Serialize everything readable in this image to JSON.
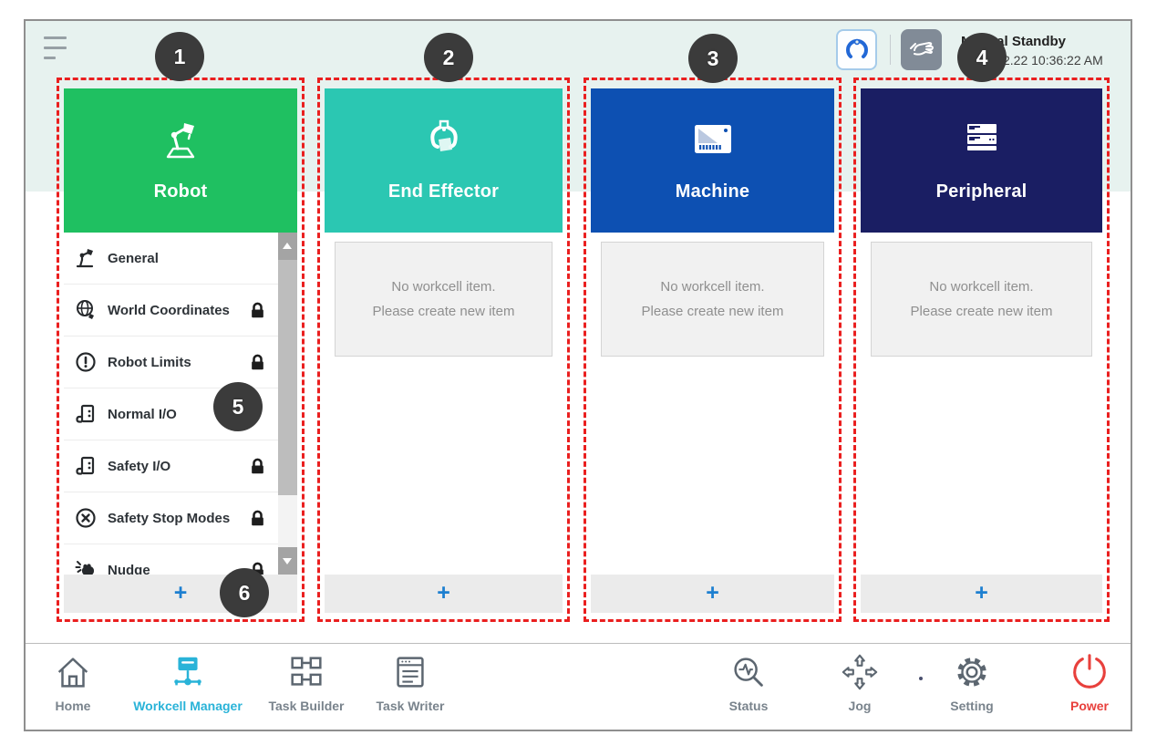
{
  "header": {
    "hamburger_icon": "hamburger-menu-icon",
    "robot_state_button_icon": "robot-state-icon",
    "manual_mode_button_icon": "manual-hand-icon",
    "status_title": "Manual Standby",
    "status_time": "2.22 10:36:22 AM"
  },
  "annotations": {
    "badges": [
      "1",
      "2",
      "3",
      "4",
      "5",
      "6"
    ]
  },
  "workcell": {
    "empty_state": {
      "line1": "No workcell item.",
      "line2": "Please create new item"
    },
    "add_button_label": "+",
    "columns": [
      {
        "title": "Robot",
        "color": "#1fc061",
        "icon": "robot-arm-icon",
        "items": [
          {
            "label": "General",
            "icon": "robot-general-icon",
            "locked": false
          },
          {
            "label": "World Coordinates",
            "icon": "world-coordinates-icon",
            "locked": true
          },
          {
            "label": "Robot Limits",
            "icon": "robot-limits-icon",
            "locked": true
          },
          {
            "label": "Normal I/O",
            "icon": "io-board-icon",
            "locked": false
          },
          {
            "label": "Safety I/O",
            "icon": "io-board-icon",
            "locked": true
          },
          {
            "label": "Safety Stop Modes",
            "icon": "stop-modes-icon",
            "locked": true
          },
          {
            "label": "Nudge",
            "icon": "nudge-hand-icon",
            "locked": true
          }
        ]
      },
      {
        "title": "End Effector",
        "color": "#2bc7b2",
        "icon": "gripper-icon"
      },
      {
        "title": "Machine",
        "color": "#0d50b2",
        "icon": "machine-icon"
      },
      {
        "title": "Peripheral",
        "color": "#1a1e63",
        "icon": "server-stack-icon"
      }
    ]
  },
  "nav": {
    "items": [
      {
        "label": "Home",
        "icon": "home-icon",
        "state": "normal"
      },
      {
        "label": "Workcell Manager",
        "icon": "workcell-manager-icon",
        "state": "active"
      },
      {
        "label": "Task Builder",
        "icon": "task-builder-icon",
        "state": "normal"
      },
      {
        "label": "Task Writer",
        "icon": "task-writer-icon",
        "state": "normal"
      },
      {
        "label": "Status",
        "icon": "status-icon",
        "state": "normal"
      },
      {
        "label": "Jog",
        "icon": "jog-icon",
        "state": "normal"
      },
      {
        "label": "Setting",
        "icon": "setting-icon",
        "state": "normal"
      },
      {
        "label": "Power",
        "icon": "power-icon",
        "state": "power"
      }
    ]
  },
  "colors": {
    "background_band": "#e7f2ef",
    "robot_header": "#1fc061",
    "end_effector_header": "#2bc7b2",
    "machine_header": "#0d50b2",
    "peripheral_header": "#1a1e63",
    "annotation_red": "#ea1f1f",
    "badge_bg": "#3b3b3b",
    "add_plus_blue": "#1d7fd0",
    "nav_active_cyan": "#29b3d8",
    "power_red": "#e8403c"
  }
}
